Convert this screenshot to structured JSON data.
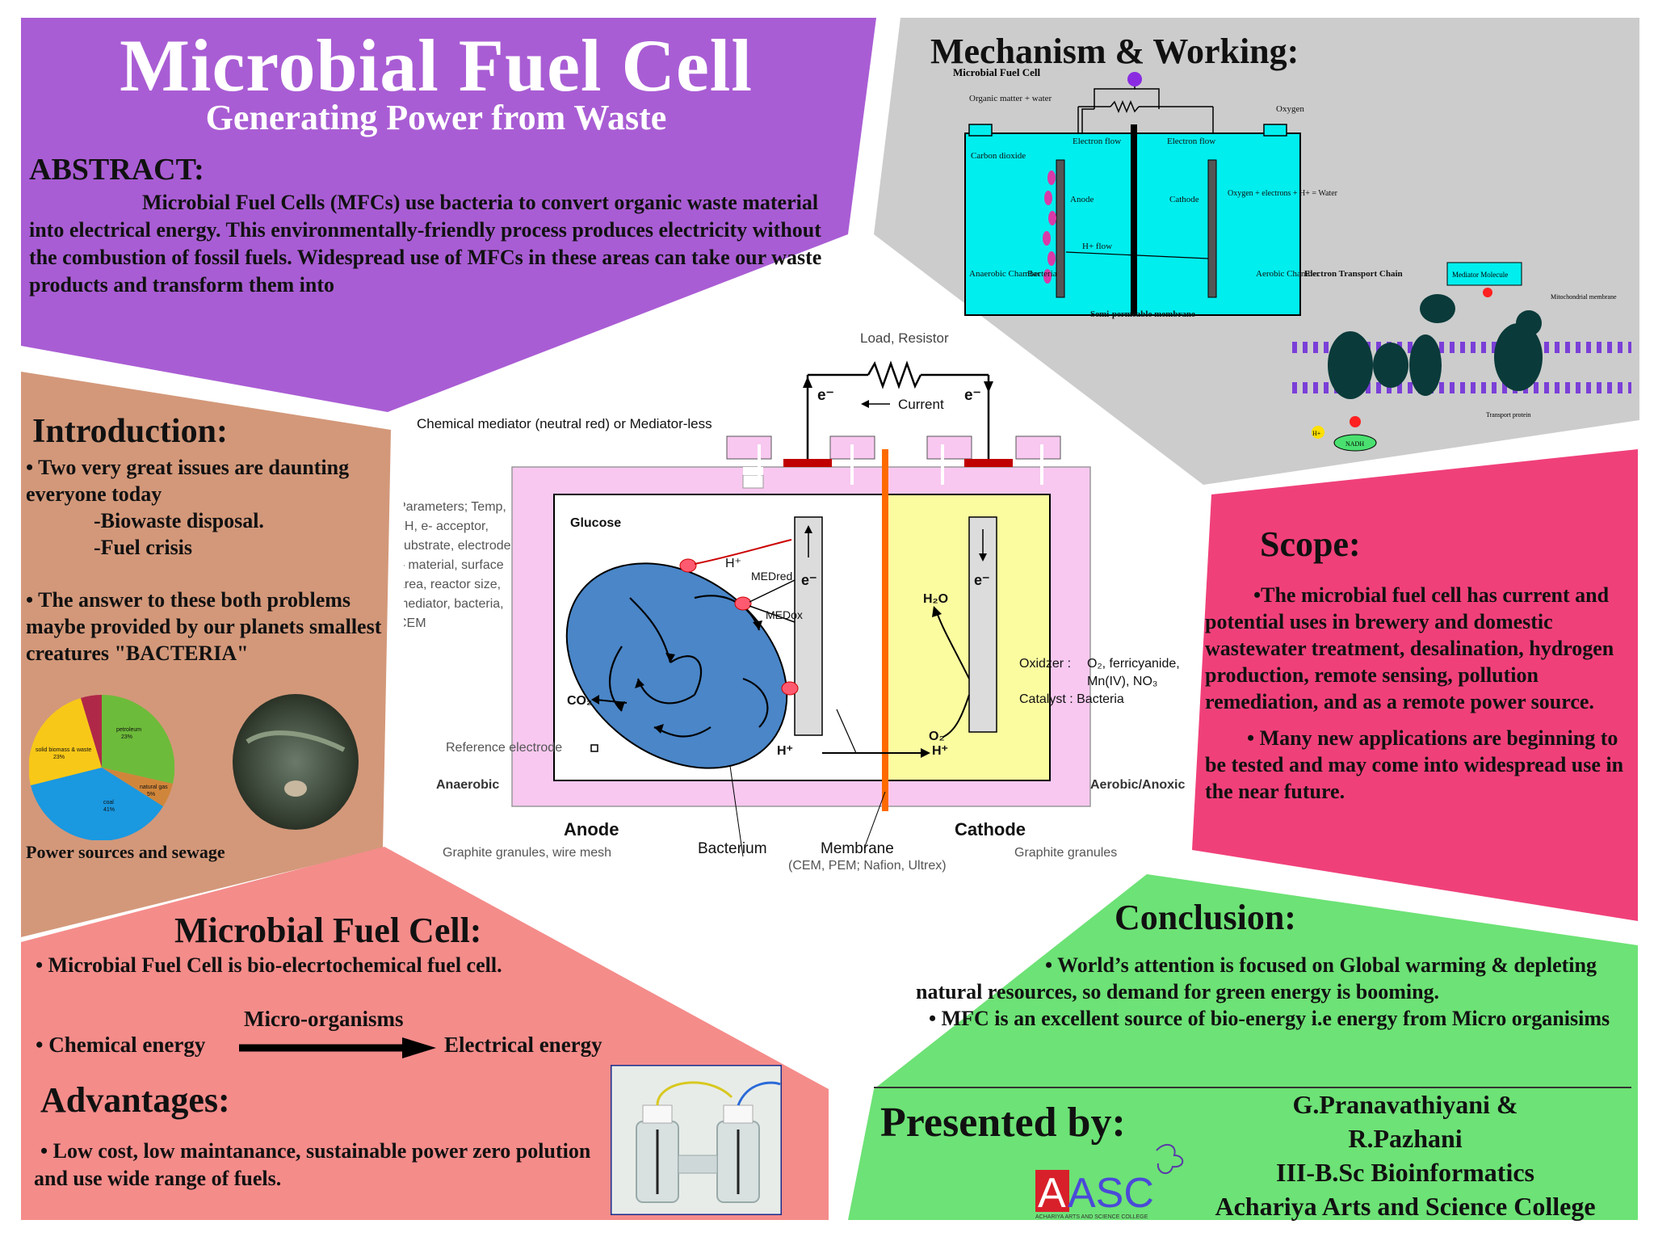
{
  "header": {
    "title": "Microbial Fuel Cell",
    "subtitle": "Generating Power from Waste"
  },
  "abstract": {
    "heading": "ABSTRACT:",
    "text": "Microbial Fuel Cells (MFCs) use bacteria to convert organic waste material into electrical energy. This environmentally-friendly process produces electricity without the combustion of fossil fuels. Widespread use of MFCs in these areas can take our waste products and transform them into"
  },
  "mechanism": {
    "heading": "Mechanism & Working:",
    "diagram_title": "Microbial Fuel Cell",
    "labels": {
      "organic": "Organic matter + water",
      "oxygen": "Oxygen",
      "co2": "Carbon dioxide",
      "e_flow_left": "Electron flow",
      "e_flow_right": "Electron flow",
      "anode": "Anode",
      "cathode": "Cathode",
      "oxygen_eq": "Oxygen + electrons + H+ = Water",
      "h_flow": "H+ flow",
      "anaerobic": "Anaerobic Chamber",
      "bacteria": "Bacteria",
      "aerobic": "Aerobic Chamber",
      "membrane": "Semi-permeable membrane",
      "etc": "Electron Transport Chain",
      "mediator": "Mediator Molecule",
      "mito": "Mitochondrial membrane",
      "transport": "Transport protein",
      "nadh": "NADH",
      "hplus": "H+"
    }
  },
  "center_diagram": {
    "load": "Load, Resistor",
    "current": "Current",
    "e_left": "e⁻",
    "e_right": "e⁻",
    "mediator": "Chemical mediator (neutral red) or Mediator-less",
    "parameters": [
      "Parameters; Temp,",
      "pH, e- acceptor,",
      "substrate, electrode",
      "– material, surface",
      "area, reactor size,",
      "mediator, bacteria,",
      "CEM"
    ],
    "glucose": "Glucose",
    "h_plus": "H⁺",
    "med_red": "MEDred",
    "med_ox": "MEDox",
    "electron": "e⁻",
    "co2": "CO₂",
    "h2o": "H₂O",
    "o2": "O₂",
    "oxidizer": "Oxidzer :",
    "oxidizer_vals": [
      "O₂, ferricyanide,",
      "Mn(IV), NO₃"
    ],
    "catalyst": "Catalyst : Bacteria",
    "reference": "Reference electrode",
    "anaerobic": "Anaerobic",
    "aerobic": "Aerobic/Anoxic",
    "anode": "Anode",
    "anode_sub": "Graphite granules, wire mesh",
    "bacterium": "Bacterium",
    "membrane": "Membrane",
    "membrane_sub": "(CEM, PEM; Nafion, Ultrex)",
    "cathode": "Cathode",
    "cathode_sub": "Graphite granules"
  },
  "introduction": {
    "heading": "Introduction:",
    "bullet1": "Two very great issues are daunting everyone today",
    "item1": "-Biowaste disposal.",
    "item2": "-Fuel crisis",
    "bullet2": "The answer to these both problems maybe provided by our planets smallest creatures \"BACTERIA\"",
    "caption": "Power sources and sewage",
    "pie": {
      "petroleum": "petroleum",
      "petroleum_pct": "23%",
      "solid": "solid biomass & waste",
      "solid_pct": "23%",
      "gas": "natural gas",
      "gas_pct": "5%",
      "coal": "coal",
      "coal_pct": "41%"
    }
  },
  "scope": {
    "heading": "Scope:",
    "bullet1": "The microbial fuel cell has current and potential uses in brewery and domestic wastewater treatment, desalination, hydrogen production, remote sensing, pollution remediation, and as a remote power source.",
    "bullet2": "Many new applications are beginning to be tested and may come into widespread use in the near future."
  },
  "mfc": {
    "heading": "Microbial Fuel Cell:",
    "bullet": "Microbial Fuel Cell is bio-elecrtochemical fuel cell.",
    "micro": "Micro-organisms",
    "chemical": "Chemical energy",
    "electrical": "Electrical energy"
  },
  "advantages": {
    "heading": "Advantages:",
    "bullet": "Low cost, low maintanance, sustainable power zero polution and use wide range of fuels."
  },
  "conclusion": {
    "heading": "Conclusion:",
    "bullet1": "World’s attention is focused on Global warming & depleting natural resources, so demand for green energy is booming.",
    "bullet2": "MFC is an excellent source of bio-energy i.e energy from Micro organisims"
  },
  "presented": {
    "heading": "Presented by:",
    "line1": "G.Pranavathiyani &",
    "line2": "R.Pazhani",
    "line3": "III-B.Sc Bioinformatics",
    "line4": "Achariya Arts and Science College",
    "logo_text": "AASC",
    "logo_sub": "ACHARIYA ARTS AND SCIENCE COLLEGE"
  },
  "colors": {
    "purple": "#a95dd4",
    "brown": "#d3987a",
    "gray": "#cccccc",
    "pink": "#f0407a",
    "salmon": "#f48c8a",
    "green": "#6de276",
    "cyan": "#00eeee",
    "blue": "#4a86c8",
    "light_pink": "#f8c8f0",
    "light_yellow": "#fbfba0"
  }
}
